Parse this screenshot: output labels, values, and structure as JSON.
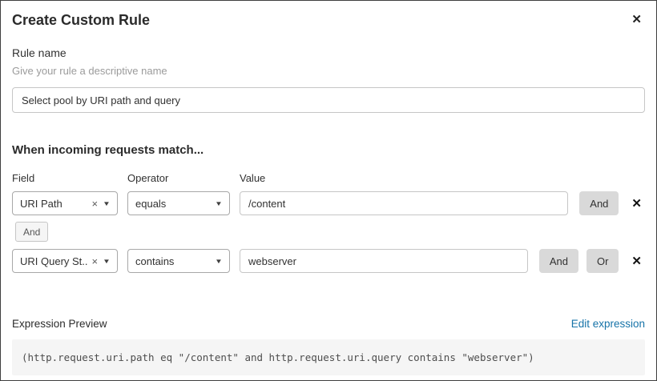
{
  "modal": {
    "title": "Create Custom Rule"
  },
  "icons": {
    "close": "✕",
    "clear": "×",
    "caret": "▼",
    "delete": "✕"
  },
  "rule_name": {
    "label": "Rule name",
    "hint": "Give your rule a descriptive name",
    "value": "Select pool by URI path and query"
  },
  "match_section": {
    "heading": "When incoming requests match...",
    "columns": {
      "field": "Field",
      "operator": "Operator",
      "value": "Value"
    },
    "connector_label": "And",
    "and_label": "And",
    "or_label": "Or",
    "rows": [
      {
        "field": "URI Path",
        "operator": "equals",
        "value": "/content"
      },
      {
        "field": "URI Query St...",
        "operator": "contains",
        "value": "webserver"
      }
    ]
  },
  "expression": {
    "label": "Expression Preview",
    "edit_link": "Edit expression",
    "code": "(http.request.uri.path eq \"/content\" and http.request.uri.query contains \"webserver\")"
  },
  "colors": {
    "link": "#1673a8",
    "button_gray": "#d9d9d9",
    "code_background": "#f5f5f5"
  }
}
